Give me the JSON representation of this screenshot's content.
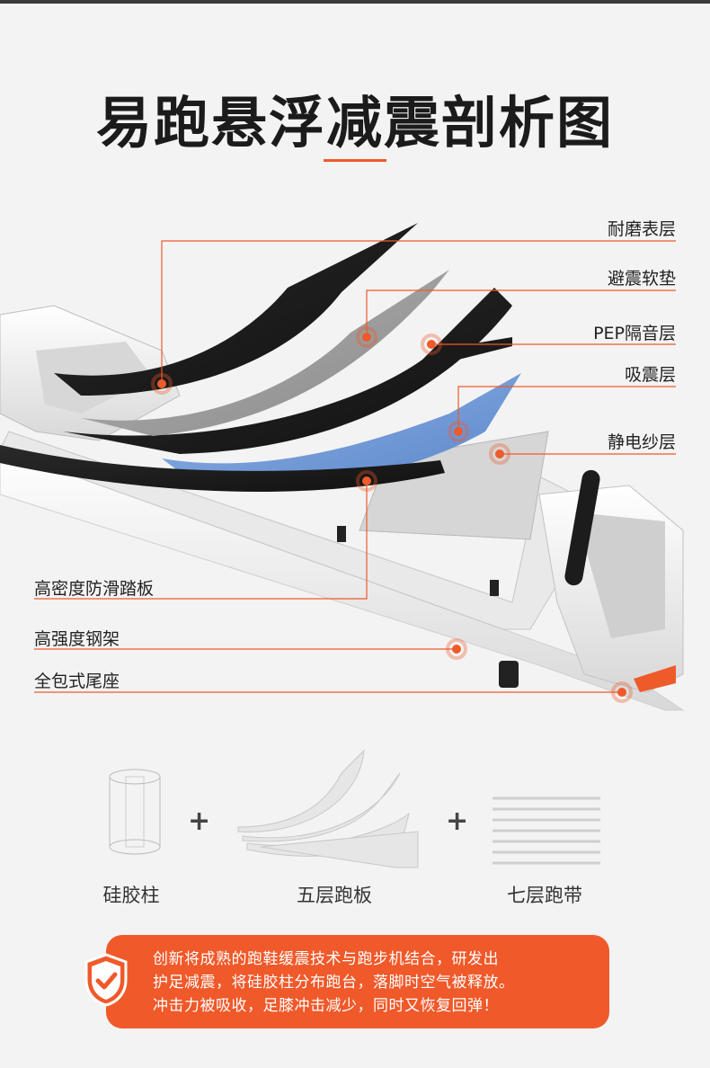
{
  "title": "易跑悬浮减震剖析图",
  "layers": [
    {
      "label": "耐磨表层"
    },
    {
      "label": "避震软垫"
    },
    {
      "label": "PEP隔音层"
    },
    {
      "label": "吸震层"
    },
    {
      "label": "静电纱层"
    },
    {
      "label": "高密度防滑踏板"
    },
    {
      "label": "高强度钢架"
    },
    {
      "label": "全包式尾座"
    }
  ],
  "features": [
    {
      "label": "硅胶柱",
      "icon": "silicone-column-icon"
    },
    {
      "label": "五层跑板",
      "icon": "five-layer-board-icon"
    },
    {
      "label": "七层跑带",
      "icon": "seven-layer-belt-icon"
    }
  ],
  "plus_sign": "+",
  "note": {
    "line1": "创新将成熟的跑鞋缓震技术与跑步机结合，研发出",
    "line2": "护足减震，将硅胶柱分布跑台，落脚时空气被释放。",
    "line3": "冲击力被吸收，足膝冲击减少，同时又恢复回弹！",
    "icon": "shield-check-icon"
  },
  "colors": {
    "accent": "#ef5a2a",
    "title": "#1b1b1b"
  }
}
